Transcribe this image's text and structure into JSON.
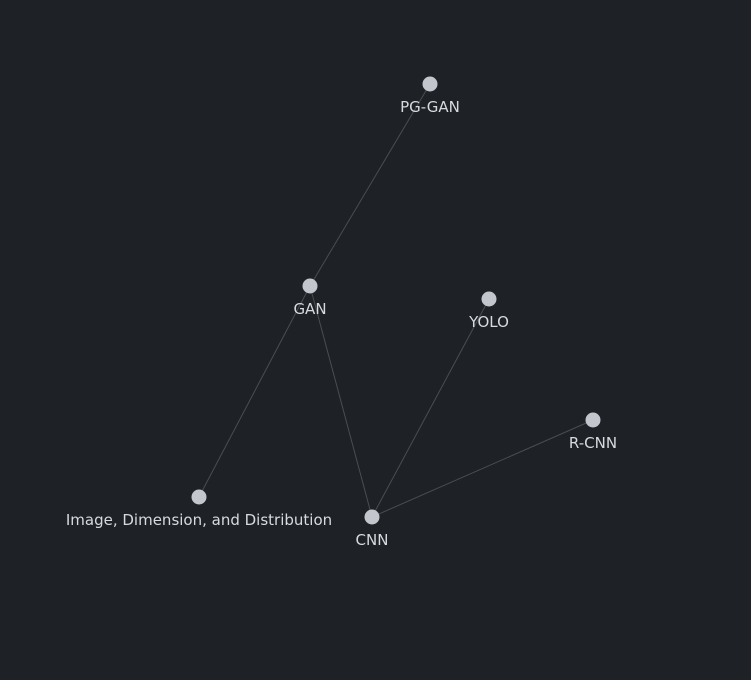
{
  "graph": {
    "nodes": [
      {
        "id": "pg-gan",
        "label": "PG-GAN"
      },
      {
        "id": "gan",
        "label": "GAN"
      },
      {
        "id": "yolo",
        "label": "YOLO"
      },
      {
        "id": "r-cnn",
        "label": "R-CNN"
      },
      {
        "id": "image-dim-dist",
        "label": "Image, Dimension, and Distribution"
      },
      {
        "id": "cnn",
        "label": "CNN"
      }
    ],
    "edges": [
      {
        "from": "pg-gan",
        "to": "gan"
      },
      {
        "from": "gan",
        "to": "image-dim-dist"
      },
      {
        "from": "gan",
        "to": "cnn"
      },
      {
        "from": "yolo",
        "to": "cnn"
      },
      {
        "from": "r-cnn",
        "to": "cnn"
      }
    ]
  },
  "colors": {
    "background": "#1e2126",
    "edge": "#4a4d52",
    "node": "#c3c6cc",
    "label": "#d7dadf"
  }
}
